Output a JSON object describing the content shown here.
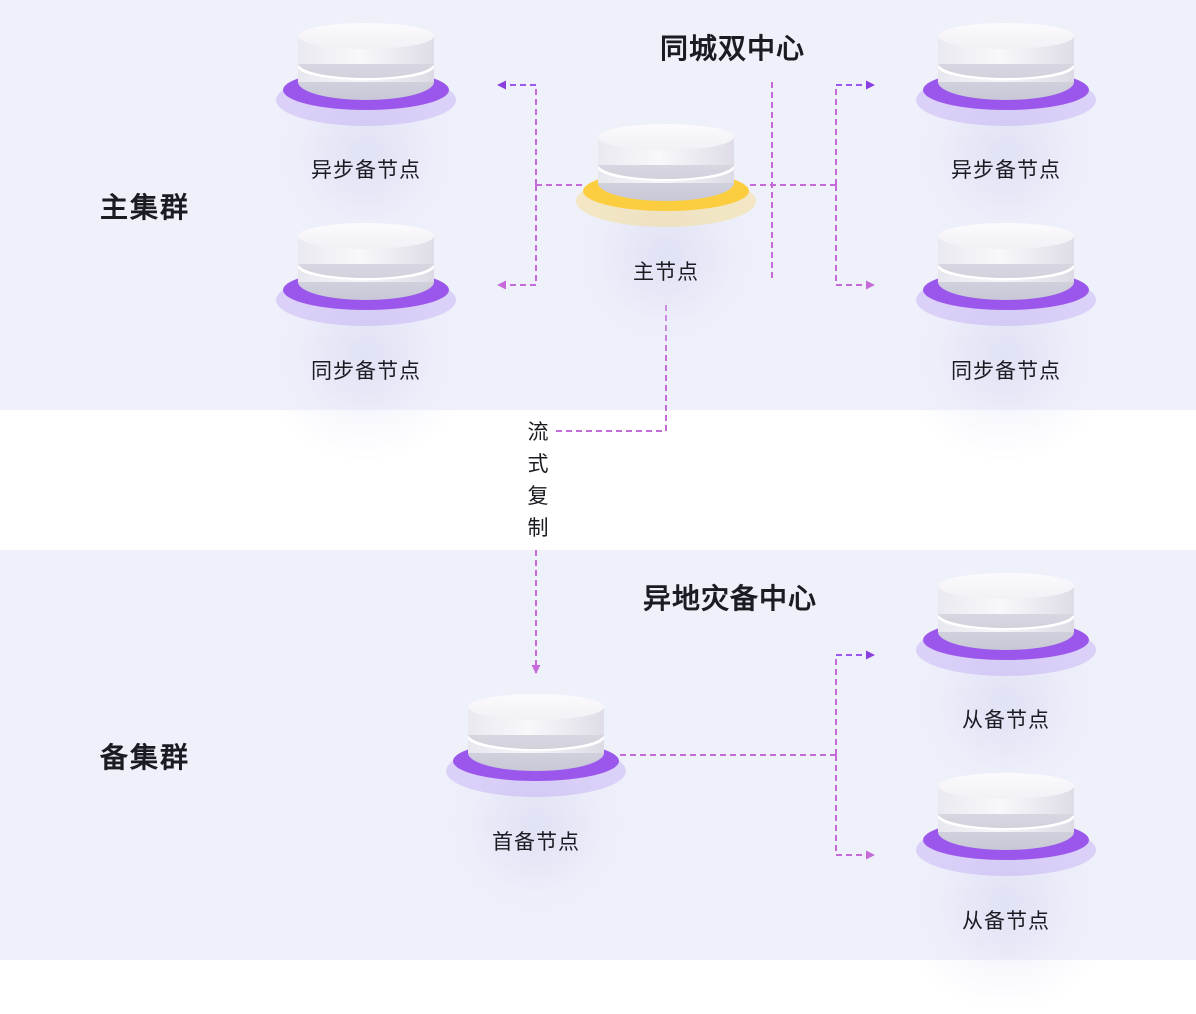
{
  "titles": {
    "dual_center": "同城双中心",
    "disaster_center": "异地灾备中心"
  },
  "clusters": {
    "primary": "主集群",
    "standby": "备集群"
  },
  "nodes": {
    "main": "主节点",
    "async_left": "异步备节点",
    "sync_left": "同步备节点",
    "async_right": "异步备节点",
    "sync_right": "同步备节点",
    "first_standby": "首备节点",
    "slave_top": "从备节点",
    "slave_bottom": "从备节点"
  },
  "stream_replication": [
    "流",
    "式",
    "复",
    "制"
  ],
  "colors": {
    "band_background": "#eef0fa",
    "standby_ring": "#9b57ec",
    "main_ring": "#fccd3e",
    "connector": "#c56ad8"
  }
}
